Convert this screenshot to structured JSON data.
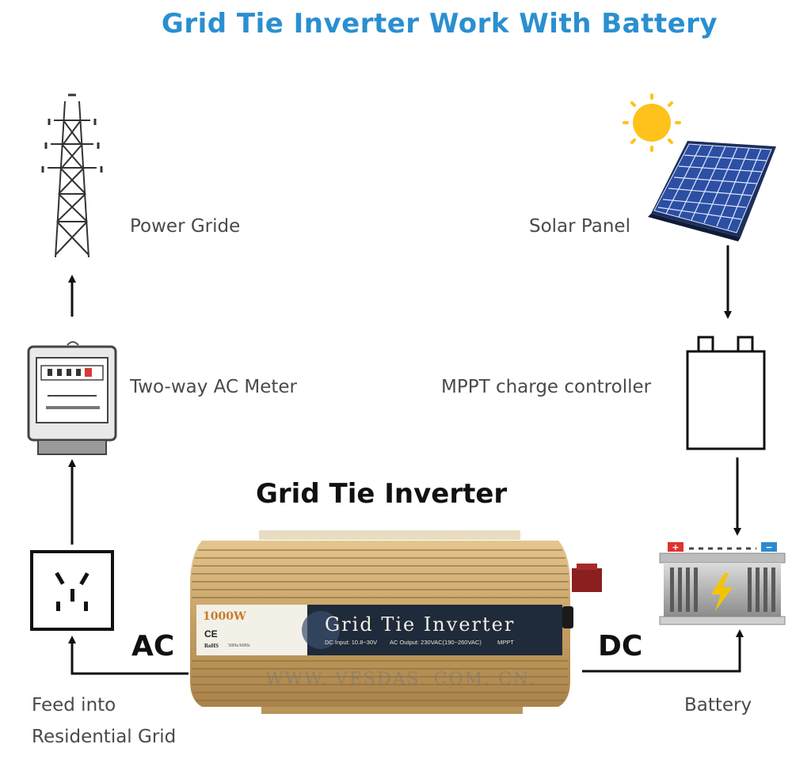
{
  "title": "Grid Tie Inverter Work With Battery",
  "labels": {
    "power_grid": "Power Gride",
    "solar_panel": "Solar Panel",
    "meter": "Two-way AC Meter",
    "mppt": "MPPT charge controller",
    "inverter_heading": "Grid Tie Inverter",
    "ac": "AC",
    "dc": "DC",
    "feed_line1": "Feed into",
    "feed_line2": "Residential Grid",
    "battery": "Battery"
  },
  "inverter": {
    "band_title": "Grid Tie Inverter",
    "watt": "1000W",
    "ce": "CE",
    "rohs": "RoHS",
    "hz": "50Hz/60Hz",
    "dc_input": "DC Input: 10.8~30V",
    "ac_output": "AC Output: 230VAC(190~260VAC)",
    "mppt": "MPPT"
  },
  "watermark": "WWW. VESDAS. COM. CN.",
  "colors": {
    "title": "#2a8fd0",
    "inverter_body": "#c9a66b",
    "band": "#1f2a3a",
    "solar_cells": "#2c4fa3",
    "sun": "#ffc21a",
    "battery_plus": "#e0322f",
    "battery_minus": "#2d8ad0",
    "bolt": "#f5c400"
  },
  "icons": [
    "power-tower-icon",
    "sun-icon",
    "solar-panel-icon",
    "ac-meter-icon",
    "charge-controller-icon",
    "wall-socket-icon",
    "battery-icon",
    "inverter-device-icon"
  ]
}
